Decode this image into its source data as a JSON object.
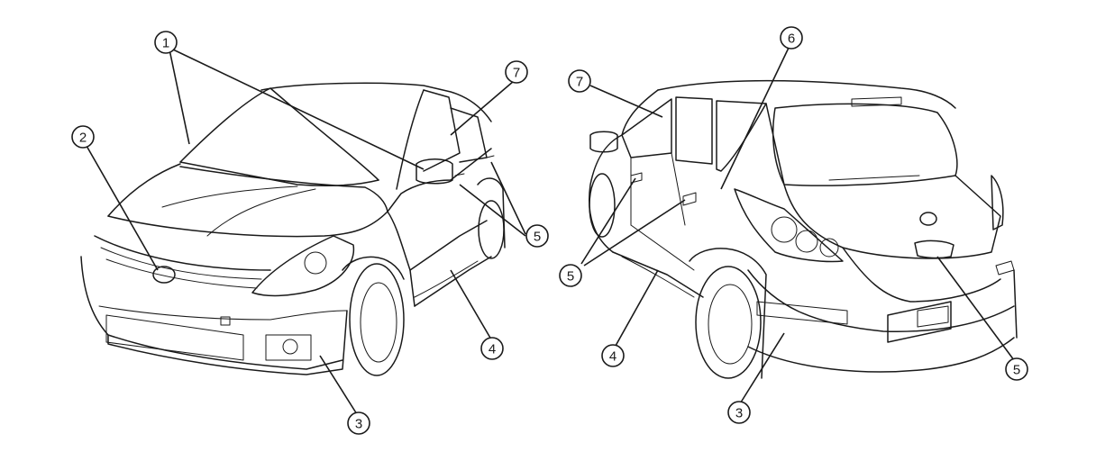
{
  "callouts": {
    "front": [
      {
        "id": "front-1",
        "number": "1"
      },
      {
        "id": "front-2",
        "number": "2"
      },
      {
        "id": "front-3",
        "number": "3"
      },
      {
        "id": "front-4",
        "number": "4"
      },
      {
        "id": "front-5",
        "number": "5"
      },
      {
        "id": "front-7",
        "number": "7"
      }
    ],
    "rear": [
      {
        "id": "rear-3",
        "number": "3"
      },
      {
        "id": "rear-4",
        "number": "4"
      },
      {
        "id": "rear-5a",
        "number": "5"
      },
      {
        "id": "rear-5b",
        "number": "5"
      },
      {
        "id": "rear-6",
        "number": "6"
      },
      {
        "id": "rear-7",
        "number": "7"
      }
    ]
  },
  "colors": {
    "line": "#1a1a1a",
    "background": "#ffffff"
  }
}
